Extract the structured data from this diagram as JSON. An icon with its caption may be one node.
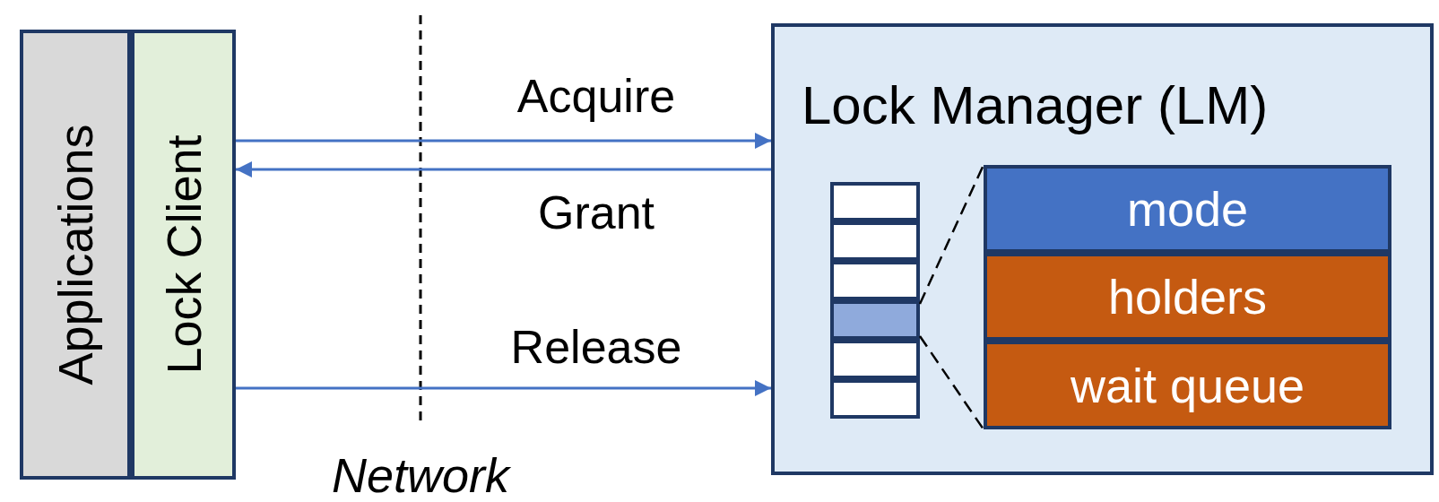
{
  "diagram": {
    "nodes": [
      {
        "text": [
          "Applications"
        ]
      },
      {
        "text": [
          "Lock Client"
        ]
      },
      {
        "text": [
          "Lock Manager (LM)"
        ]
      },
      {
        "text": [],
        "shape": "box",
        "in": 2
      },
      {
        "text": [],
        "shape": "box",
        "in": 2
      },
      {
        "text": [],
        "shape": "box",
        "in": 2
      },
      {
        "text": [],
        "shape": "box",
        "in": 2
      },
      {
        "text": [],
        "shape": "box",
        "in": 2
      },
      {
        "text": [],
        "shape": "box",
        "in": 2
      },
      {
        "text": [
          "mode"
        ],
        "in": 2
      },
      {
        "text": [
          "holders"
        ],
        "in": 2
      },
      {
        "text": [
          "wait queue"
        ],
        "in": 2
      }
    ],
    "edges": [
      {
        "from": 1,
        "to": 2,
        "arrow": "to",
        "label": "Acquire"
      },
      {
        "from": 2,
        "to": 1,
        "arrow": "to",
        "label": "Grant"
      },
      {
        "from": 1,
        "to": 2,
        "arrow": "to",
        "label": "Release"
      },
      {
        "from": 6,
        "to": 9,
        "arrow": "none",
        "style": "dashed",
        "color": "#000000"
      },
      {
        "from": 6,
        "to": 11,
        "arrow": "none",
        "style": "dashed",
        "color": "#000000"
      }
    ],
    "labels": [
      "Network"
    ]
  }
}
